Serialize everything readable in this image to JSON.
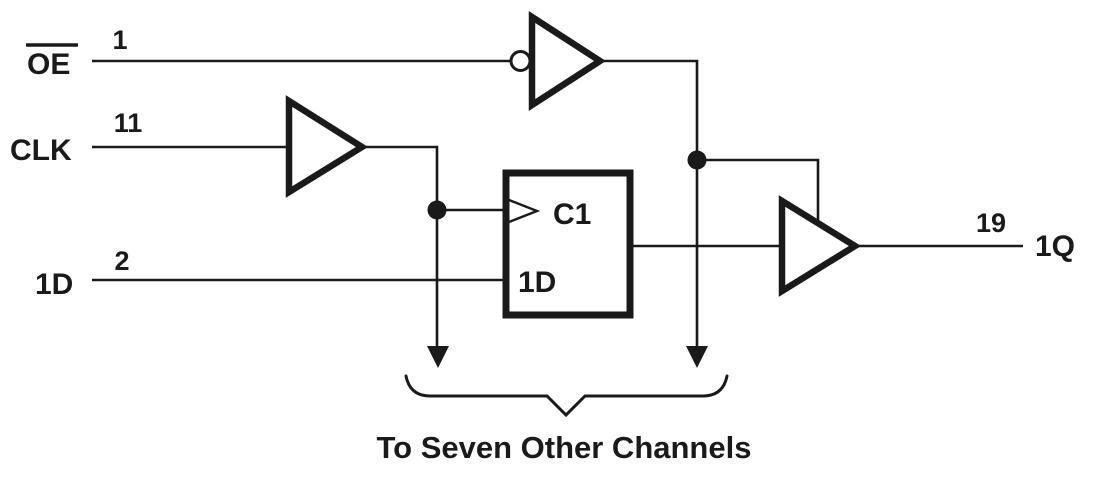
{
  "diagram": {
    "caption": "To Seven Other Channels",
    "signals": {
      "oe": {
        "label": "OE",
        "pin": "1",
        "overline": true
      },
      "clk": {
        "label": "CLK",
        "pin": "11"
      },
      "d": {
        "label": "1D",
        "pin": "2"
      },
      "q": {
        "label": "1Q",
        "pin": "19"
      }
    },
    "flipflop": {
      "clock_label": "C1",
      "data_label": "1D"
    },
    "icons": {
      "inverter_bubble": "negation-bubble",
      "clock_wedge": "dynamic-clock-input-symbol",
      "buffers": "triangle-buffer"
    },
    "colors": {
      "ink": "#1a1a1a",
      "background": "#ffffff"
    }
  }
}
